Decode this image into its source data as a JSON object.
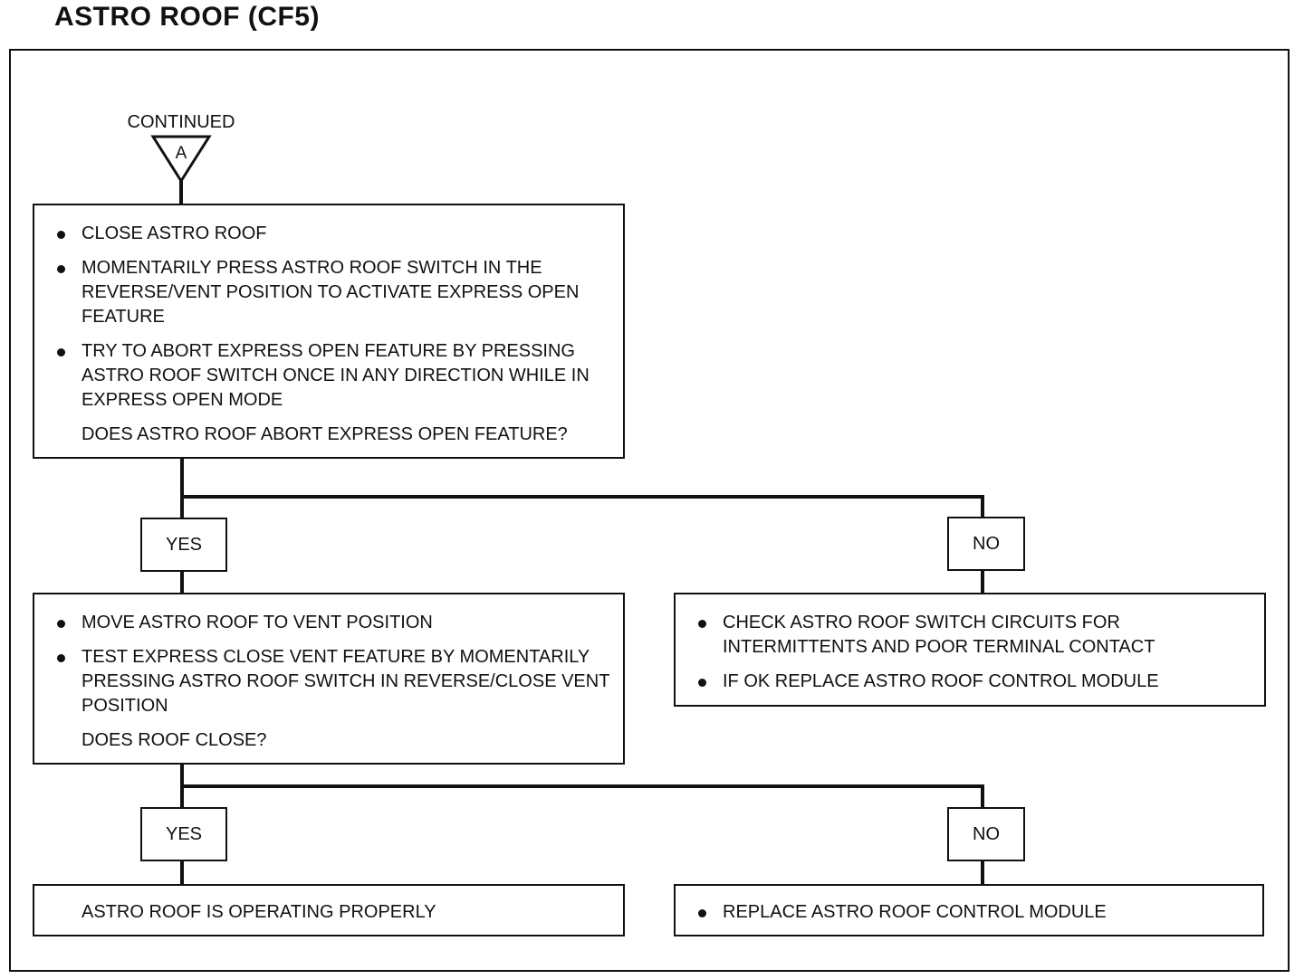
{
  "title": "ASTRO ROOF (CF5)",
  "connector": {
    "label": "CONTINUED",
    "letter": "A"
  },
  "step1": {
    "items": [
      "CLOSE ASTRO ROOF",
      "MOMENTARILY PRESS ASTRO ROOF SWITCH IN THE REVERSE/VENT POSITION TO ACTIVATE EXPRESS OPEN FEATURE",
      "TRY TO ABORT EXPRESS OPEN FEATURE BY PRESSING ASTRO ROOF SWITCH ONCE IN ANY DIRECTION WHILE IN EXPRESS OPEN MODE"
    ],
    "question": "DOES ASTRO ROOF ABORT EXPRESS OPEN FEATURE?"
  },
  "branch1": {
    "yes": "YES",
    "no": "NO"
  },
  "step2": {
    "items": [
      "MOVE ASTRO ROOF TO VENT POSITION",
      "TEST EXPRESS CLOSE VENT FEATURE BY MOMENTARILY PRESSING ASTRO ROOF SWITCH IN REVERSE/CLOSE VENT POSITION"
    ],
    "question": "DOES ROOF CLOSE?"
  },
  "no1": {
    "items": [
      "CHECK ASTRO ROOF SWITCH CIRCUITS FOR INTERMITTENTS AND POOR TERMINAL CONTACT",
      "IF OK REPLACE ASTRO ROOF CONTROL MODULE"
    ]
  },
  "branch2": {
    "yes": "YES",
    "no": "NO"
  },
  "result_yes": {
    "text": "ASTRO ROOF IS OPERATING PROPERLY"
  },
  "result_no": {
    "items": [
      "REPLACE ASTRO ROOF CONTROL MODULE"
    ]
  }
}
